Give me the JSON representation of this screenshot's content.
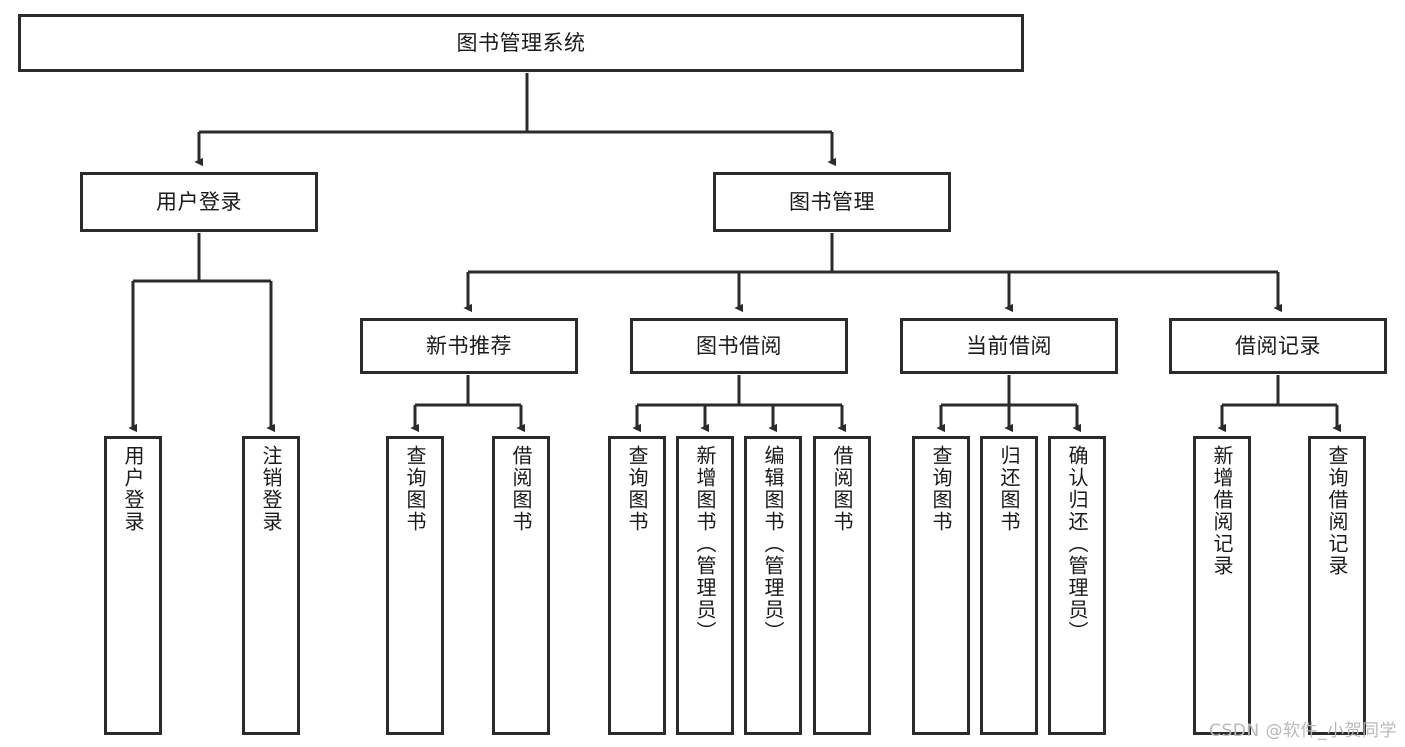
{
  "diagram": {
    "type": "tree",
    "title": "图书管理系统",
    "watermark": "CSDN @软件_小贺同学",
    "colors": {
      "box_border": "#2b2b2b",
      "box_fill": "#ffffff",
      "connector": "#2b2b2b",
      "text": "#1a1a1a",
      "watermark": "#b9b9b9"
    },
    "root": {
      "label": "图书管理系统"
    },
    "level2": [
      {
        "label": "用户登录"
      },
      {
        "label": "图书管理"
      }
    ],
    "level3": [
      {
        "label": "新书推荐"
      },
      {
        "label": "图书借阅"
      },
      {
        "label": "当前借阅"
      },
      {
        "label": "借阅记录"
      }
    ],
    "leaves": {
      "user_login": [
        {
          "label": "用户登录"
        },
        {
          "label": "注销登录"
        }
      ],
      "new_book": [
        {
          "label": "查询图书"
        },
        {
          "label": "借阅图书"
        }
      ],
      "book_borrow": [
        {
          "label": "查询图书"
        },
        {
          "label": "新增图书（管理员）"
        },
        {
          "label": "编辑图书（管理员）"
        },
        {
          "label": "借阅图书"
        }
      ],
      "current_borrow": [
        {
          "label": "查询图书"
        },
        {
          "label": "归还图书"
        },
        {
          "label": "确认归还（管理员）"
        }
      ],
      "borrow_record": [
        {
          "label": "新增借阅记录"
        },
        {
          "label": "查询借阅记录"
        }
      ]
    }
  }
}
